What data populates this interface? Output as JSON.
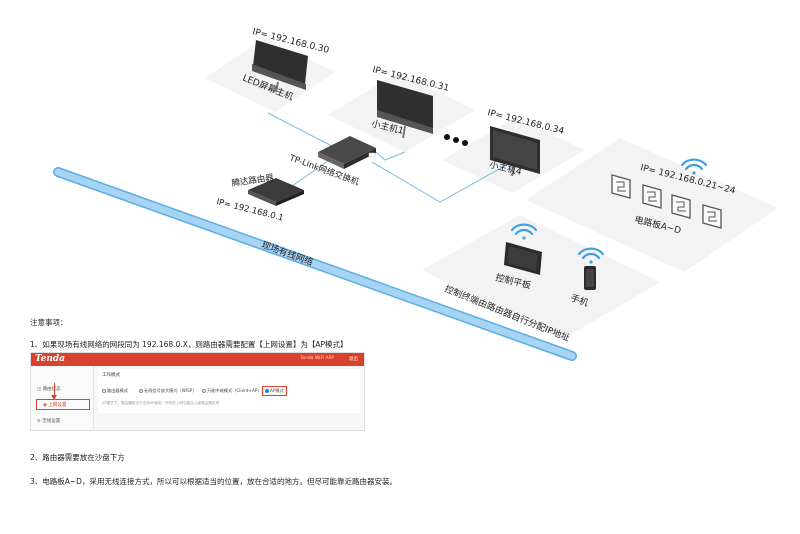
{
  "diagram": {
    "led_ip": "IP= 192.168.0.30",
    "led_label": "LED屏幕主机",
    "host1_ip": "IP= 192.168.0.31",
    "host1_label": "小主机1",
    "host4_ip": "IP= 192.168.0.34",
    "host4_label": "小主机4",
    "switch_label": "TP-Link网络交换机",
    "router_label": "腾达路由器",
    "router_ip": "IP= 192.168.0.1",
    "wired_label": "现场有线网络",
    "boards_ip": "IP= 192.168.0.21~24",
    "boards_label": "电路板A~D",
    "tablet_label": "控制平板",
    "phone_label": "手机",
    "dhcp_label": "控制终端由路由器自行分配IP地址",
    "colors": {
      "platform": "#f3f3f3",
      "link": "#76bde0",
      "cable": "#9fd0ef",
      "wifi": "#3fa0e0",
      "device": "#2b2b2b"
    }
  },
  "notes": {
    "title": "注意事项：",
    "note1": "1、如果现场有线网络的网段同为 192.168.0.X，则路由器需要配置【上网设置】为【AP模式】",
    "note2": "2、路由器需要放在沙盘下方",
    "note3": "3、电路板A~D，采用无线连接方式，所以可以根据适当的位置，放在合适的地方。但尽可能靠近路由器安装。"
  },
  "tenda": {
    "logo": "Tenda",
    "product": "Tenda WiFi APP",
    "logout": "退出",
    "menu_status": "路由状态",
    "menu_internet": "上网设置",
    "menu_wireless": "无线设置",
    "section_title": "工作模式",
    "mode_router": "路由器模式",
    "mode_wisp": "无线信号放大模式（WISP）",
    "mode_client": "万能中继模式（Client+AP）",
    "mode_ap": "AP模式",
    "hint": "AP模式下，路由器相当于无线AP使用，所有的上网功能由上级路由器实现"
  }
}
